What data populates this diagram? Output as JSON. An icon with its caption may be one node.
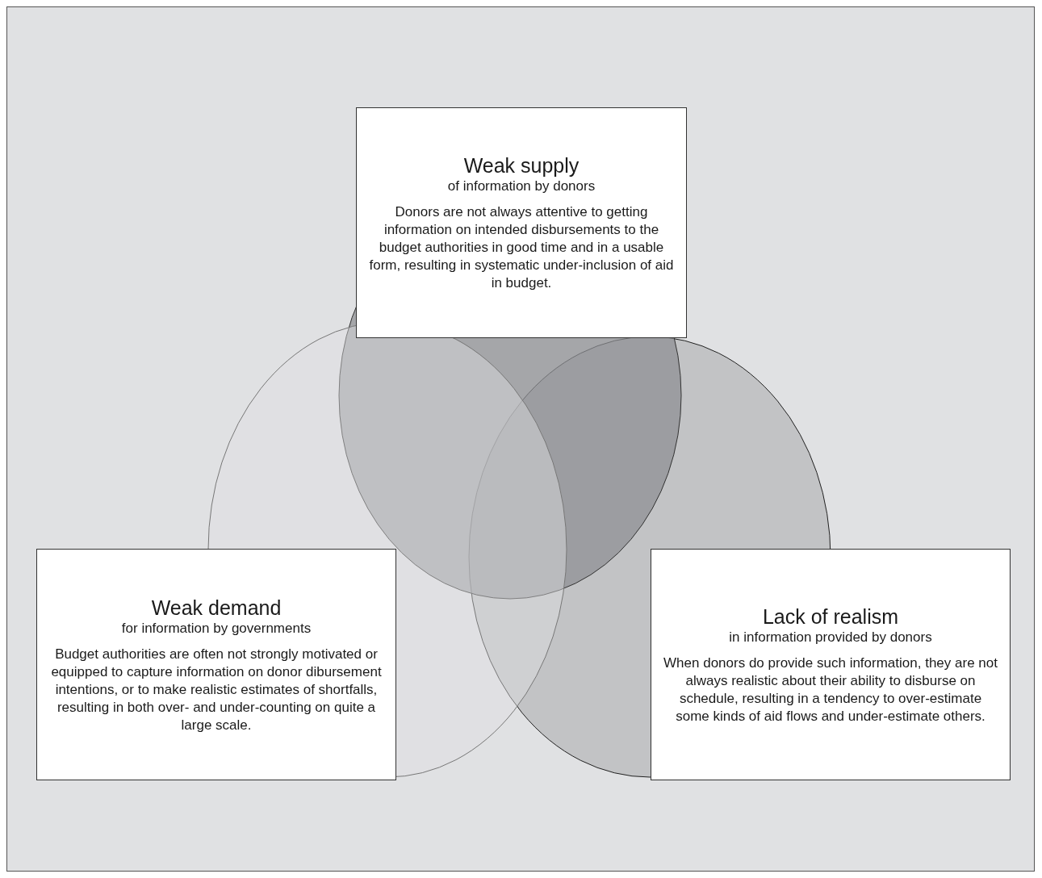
{
  "diagram": {
    "nodes": [
      {
        "text": [
          "Weak supply",
          "of information by donors",
          "Donors are not always attentive to getting information on intended disbursements to the budget authorities in good time and in a usable form, resulting in systematic under-inclusion of aid in budget."
        ]
      },
      {
        "text": [
          "Weak demand",
          "for information by governments",
          "Budget authorities are often not strongly motivated or equipped to capture information on donor dibursement intentions, or to make realistic estimates of shortfalls, resulting in both over- and under-counting on quite a large scale."
        ]
      },
      {
        "text": [
          "Lack of realism",
          "in information provided by donors",
          "When donors do provide such information, they are not always realistic about their ability to disburse on schedule, resulting in a tendency to over-estimate some kinds of aid flows and under-estimate others."
        ]
      }
    ]
  }
}
